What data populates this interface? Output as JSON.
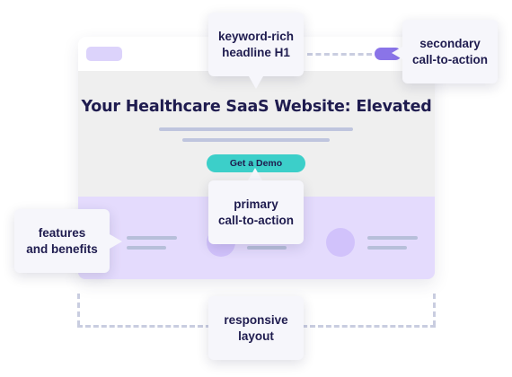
{
  "mockup": {
    "headline": "Your Healthcare SaaS Website: Elevated",
    "cta_label": "Get a Demo"
  },
  "callouts": {
    "headline_h1": "keyword-rich\nheadline H1",
    "secondary_cta": "secondary\ncall-to-action",
    "primary_cta": "primary\ncall-to-action",
    "features": "features\nand benefits",
    "responsive": "responsive\nlayout"
  },
  "colors": {
    "headline_text": "#1f1c4f",
    "primary_cta": "#3ccfc9",
    "secondary_cta": "#8a74e8",
    "features_band": "#e4dbfd",
    "logo_placeholder": "#dcd3fb",
    "dash_lines": "#c9cde0"
  }
}
